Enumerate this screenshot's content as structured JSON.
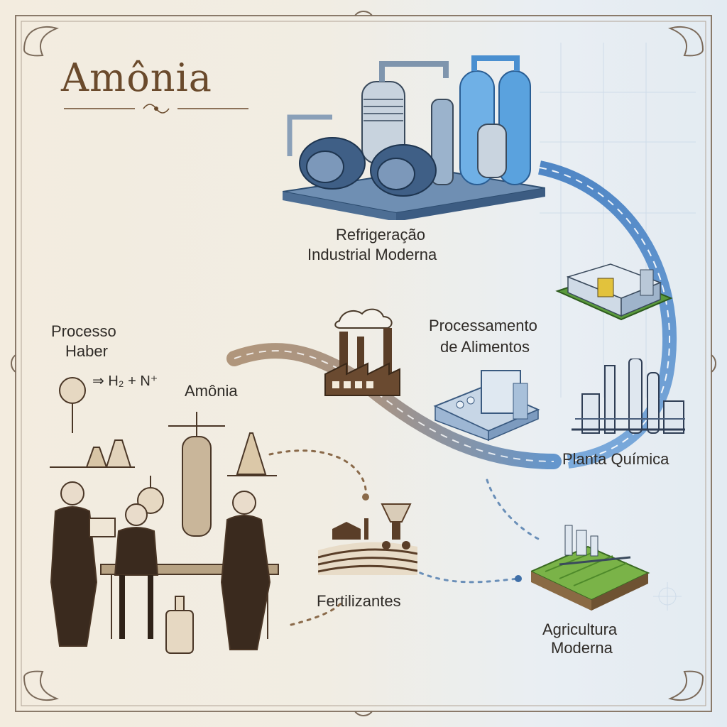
{
  "title": "Amônia",
  "labels": {
    "haber_line1": "Processo",
    "haber_line2": "Haber",
    "equation": "⇒ H₂ + N⁺",
    "ammonia": "Amônia",
    "refrig_line1": "Refrigeração",
    "refrig_line2": "Industrial Moderna",
    "food_line1": "Processamento",
    "food_line2": "de Alimentos",
    "chemical_plant": "Planta Química",
    "fertilizers": "Fertilizantes",
    "agri_line1": "Agricultura",
    "agri_line2": "Moderna"
  },
  "colors": {
    "sepia": "#7a5a3a",
    "ink": "#2f2b27",
    "blue": "#2f6fb3",
    "light_blue": "#8ab7e0",
    "frame": "#8a7a6a"
  },
  "icons": [
    "ornate-frame",
    "title-ornament",
    "lab-scientists-illustration",
    "refrigeration-machinery-icon",
    "factory-icon",
    "food-processing-building-icon",
    "chemical-plant-icon",
    "farm-plant-icon",
    "fertilizer-field-icon",
    "agriculture-field-icon"
  ]
}
